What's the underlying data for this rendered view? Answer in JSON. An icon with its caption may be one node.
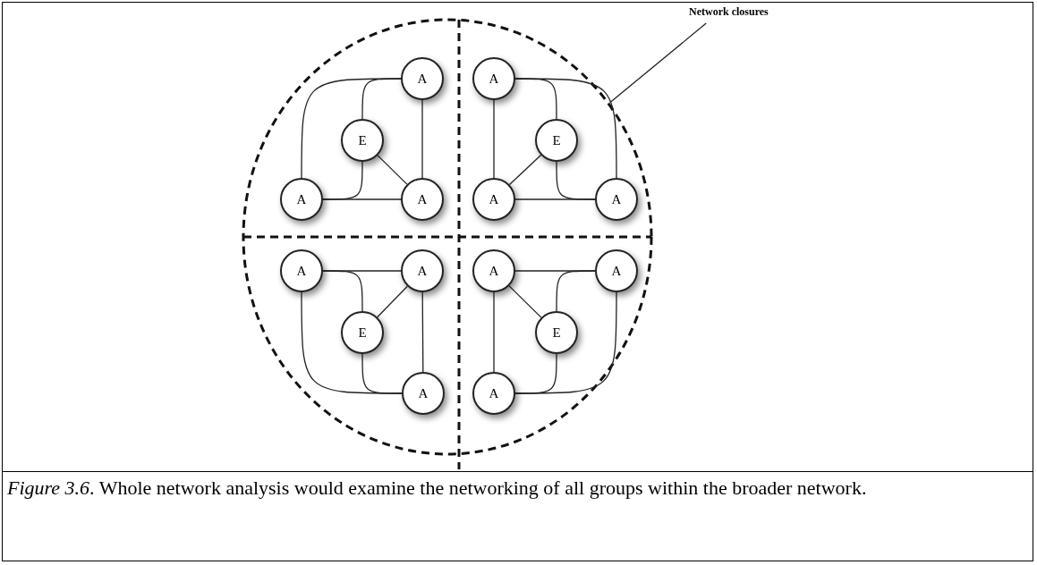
{
  "diagram": {
    "caption": "*Figure 3.6*. Whole network analysis would examine the networking of all groups within the broader network.",
    "nodes": [
      {
        "text": [
          "Network closures"
        ]
      },
      {
        "text": [],
        "shape": "circle"
      },
      {
        "text": [
          "A"
        ],
        "in": 1
      },
      {
        "text": [
          "E"
        ],
        "in": 1
      },
      {
        "text": [
          "A"
        ],
        "in": 1
      },
      {
        "text": [
          "A"
        ],
        "in": 1
      },
      {
        "text": [
          "A"
        ],
        "in": 1
      },
      {
        "text": [
          "E"
        ],
        "in": 1
      },
      {
        "text": [
          "A"
        ],
        "in": 1
      },
      {
        "text": [
          "A"
        ],
        "in": 1
      },
      {
        "text": [
          "A"
        ],
        "in": 1
      },
      {
        "text": [
          "A"
        ],
        "in": 1
      },
      {
        "text": [
          "E"
        ],
        "in": 1
      },
      {
        "text": [
          "A"
        ],
        "in": 1
      },
      {
        "text": [
          "A"
        ],
        "in": 1
      },
      {
        "text": [
          "A"
        ],
        "in": 1
      },
      {
        "text": [
          "E"
        ],
        "in": 1
      },
      {
        "text": [
          "A"
        ],
        "in": 1
      }
    ],
    "edges": [
      {
        "from": 0,
        "to": 1,
        "arrow": "none"
      },
      {
        "from": 2,
        "to": 4,
        "arrow": "none"
      },
      {
        "from": 2,
        "to": 3,
        "arrow": "none"
      },
      {
        "from": 2,
        "to": 5,
        "arrow": "none"
      },
      {
        "from": 3,
        "to": 4,
        "arrow": "none"
      },
      {
        "from": 3,
        "to": 5,
        "arrow": "none"
      },
      {
        "from": 4,
        "to": 5,
        "arrow": "none"
      },
      {
        "from": 6,
        "to": 9,
        "arrow": "none"
      },
      {
        "from": 6,
        "to": 7,
        "arrow": "none"
      },
      {
        "from": 6,
        "to": 8,
        "arrow": "none"
      },
      {
        "from": 7,
        "to": 8,
        "arrow": "none"
      },
      {
        "from": 7,
        "to": 9,
        "arrow": "none"
      },
      {
        "from": 8,
        "to": 9,
        "arrow": "none"
      },
      {
        "from": 10,
        "to": 11,
        "arrow": "none"
      },
      {
        "from": 10,
        "to": 12,
        "arrow": "none"
      },
      {
        "from": 10,
        "to": 13,
        "arrow": "none"
      },
      {
        "from": 11,
        "to": 12,
        "arrow": "none"
      },
      {
        "from": 11,
        "to": 13,
        "arrow": "none"
      },
      {
        "from": 12,
        "to": 13,
        "arrow": "none"
      },
      {
        "from": 14,
        "to": 15,
        "arrow": "none"
      },
      {
        "from": 14,
        "to": 16,
        "arrow": "none"
      },
      {
        "from": 14,
        "to": 17,
        "arrow": "none"
      },
      {
        "from": 15,
        "to": 16,
        "arrow": "none"
      },
      {
        "from": 15,
        "to": 17,
        "arrow": "none"
      },
      {
        "from": 16,
        "to": 17,
        "arrow": "none"
      }
    ]
  }
}
